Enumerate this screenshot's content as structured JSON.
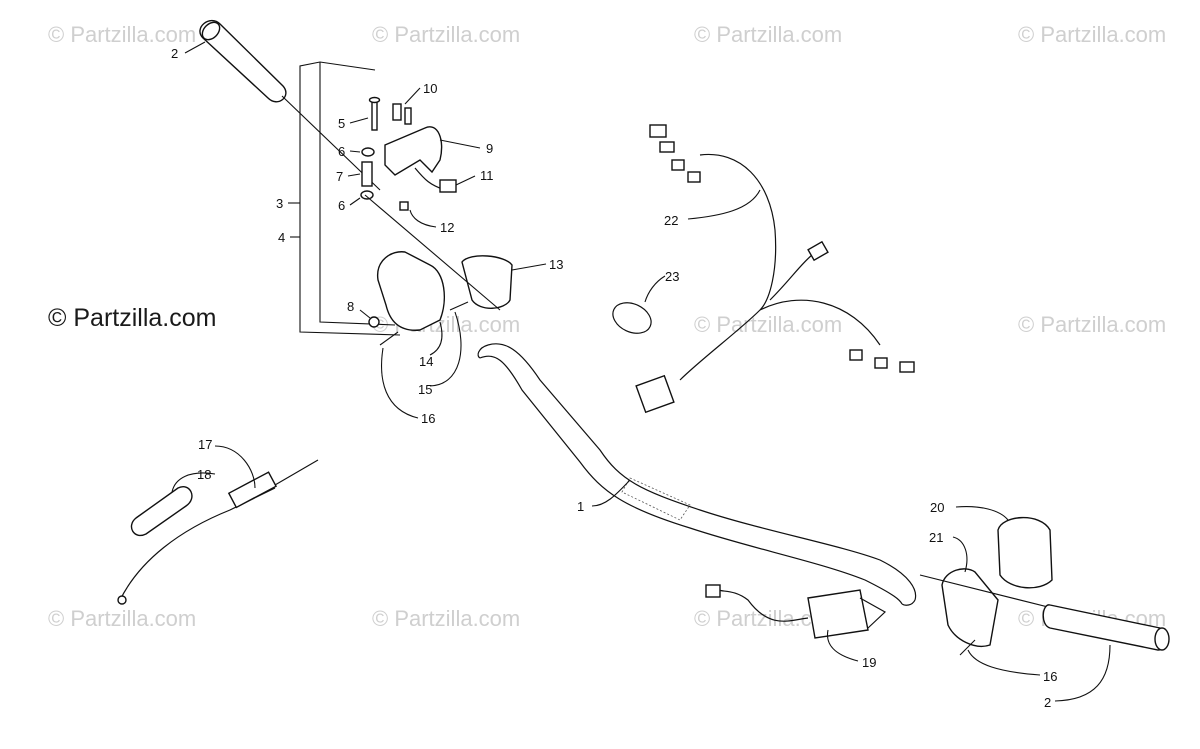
{
  "brand": {
    "text": "© Partzilla.com"
  },
  "watermark": {
    "text": "© Partzilla.com"
  },
  "callouts": [
    "1",
    "2",
    "3",
    "4",
    "5",
    "6",
    "7",
    "8",
    "9",
    "10",
    "11",
    "12",
    "13",
    "14",
    "15",
    "16",
    "17",
    "18",
    "19",
    "20",
    "21",
    "22",
    "23"
  ]
}
